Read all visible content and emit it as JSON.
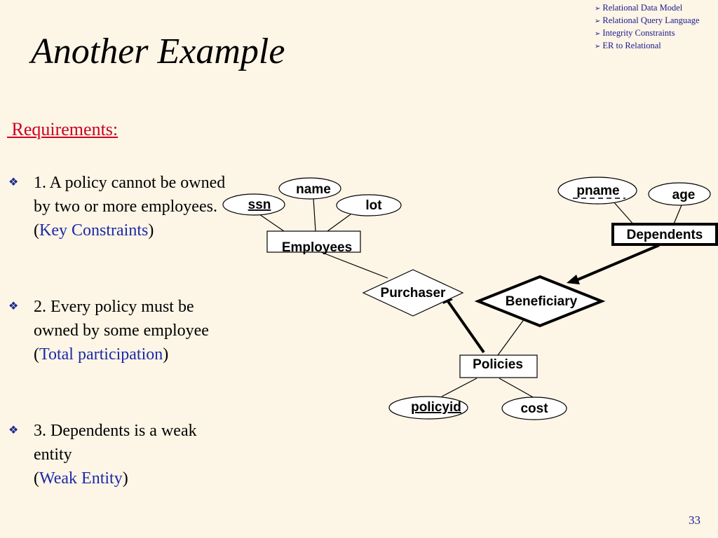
{
  "nav": {
    "items": [
      "Relational Data Model",
      "Relational Query Language",
      "Integrity Constraints",
      "ER to Relational"
    ],
    "arrow_icon": "arrow-right-icon"
  },
  "title": "Another Example",
  "requirements_label": " Requirements:",
  "bullets": [
    {
      "text": " 1. A policy cannot be owned by two or more employees.",
      "open": "(",
      "paren": "Key Constraints",
      "close": ")"
    },
    {
      "text": "2.  Every policy must be owned by some employee",
      "open": "(",
      "paren": "Total participation",
      "close": ")"
    },
    {
      "text": "3. Dependents is a weak entity",
      "open": "(",
      "paren": "Weak Entity",
      "close": ")"
    }
  ],
  "diagram": {
    "entities": {
      "employees": "Employees",
      "dependents": "Dependents",
      "policies": "Policies"
    },
    "relationships": {
      "purchaser": "Purchaser",
      "beneficiary": "Beneficiary"
    },
    "attributes": {
      "name": "name",
      "ssn": "ssn",
      "lot": "lot",
      "pname": "pname",
      "age": "age",
      "policyid": "policyid",
      "cost": "cost"
    }
  },
  "slide_number": "33",
  "colors": {
    "background": "#fdf5e6",
    "title_red": "#cc0022",
    "link_blue": "#1a2aa8"
  }
}
